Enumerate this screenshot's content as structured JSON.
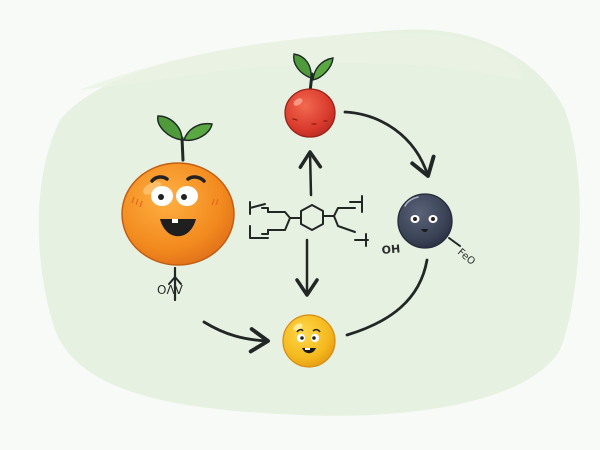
{
  "diagram": {
    "type": "cycle-flow",
    "background": {
      "page_color": "#f8faf7",
      "wash_color": "#e6f0df"
    },
    "nodes": [
      {
        "id": "orange",
        "label_icon": "orange-character-icon",
        "color": "#f28a1e",
        "face": "happy",
        "has_leaves": true
      },
      {
        "id": "apple",
        "label_icon": "apple-icon",
        "color": "#d93a2c",
        "face": "none",
        "has_leaves": true
      },
      {
        "id": "blueberry",
        "label_icon": "blueberry-character-icon",
        "color": "#3b4357",
        "face": "smile"
      },
      {
        "id": "lemon-drop",
        "label_icon": "yellow-ball-character-icon",
        "color": "#f4b81e",
        "face": "grin"
      },
      {
        "id": "molecule",
        "label_icon": "hexagon-molecule-icon",
        "color": "#2a2d2c"
      }
    ],
    "labels": {
      "orange_stem_label": "OΛV",
      "blueberry_left_label": "OH",
      "blueberry_right_label": "FeO"
    },
    "edges": [
      {
        "from": "apple",
        "to": "blueberry",
        "style": "curved-arrow"
      },
      {
        "from": "blueberry",
        "to": "lemon-drop",
        "style": "curved-line"
      },
      {
        "from": "orange",
        "to": "lemon-drop",
        "style": "curved-arrow"
      },
      {
        "from": "molecule",
        "to": "apple",
        "style": "straight-arrow"
      },
      {
        "from": "molecule",
        "to": "lemon-drop",
        "style": "straight-arrow"
      }
    ],
    "stroke_color": "#222625"
  }
}
